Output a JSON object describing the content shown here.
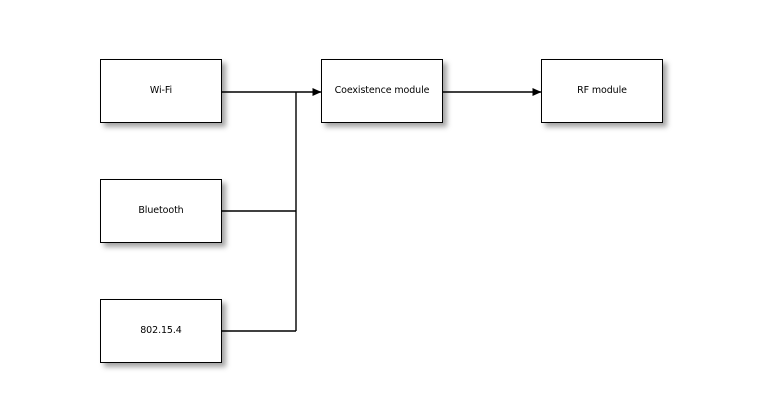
{
  "diagram": {
    "type": "block-diagram",
    "background_color": "#ffffff",
    "line_color": "#000000",
    "node_fill_color": "#ffffff",
    "nodes": [
      {
        "id": "wifi",
        "label": "Wi-Fi"
      },
      {
        "id": "bluetooth",
        "label": "Bluetooth"
      },
      {
        "id": "zigbee",
        "label": "802.15.4"
      },
      {
        "id": "coexistence",
        "label": "Coexistence module"
      },
      {
        "id": "rf",
        "label": "RF module"
      }
    ],
    "edges": [
      {
        "from": "wifi",
        "to": "coexistence",
        "arrow": true
      },
      {
        "from": "bluetooth",
        "to": "coexistence",
        "arrow": true
      },
      {
        "from": "zigbee",
        "to": "coexistence",
        "arrow": true
      },
      {
        "from": "coexistence",
        "to": "rf",
        "arrow": true
      }
    ]
  }
}
